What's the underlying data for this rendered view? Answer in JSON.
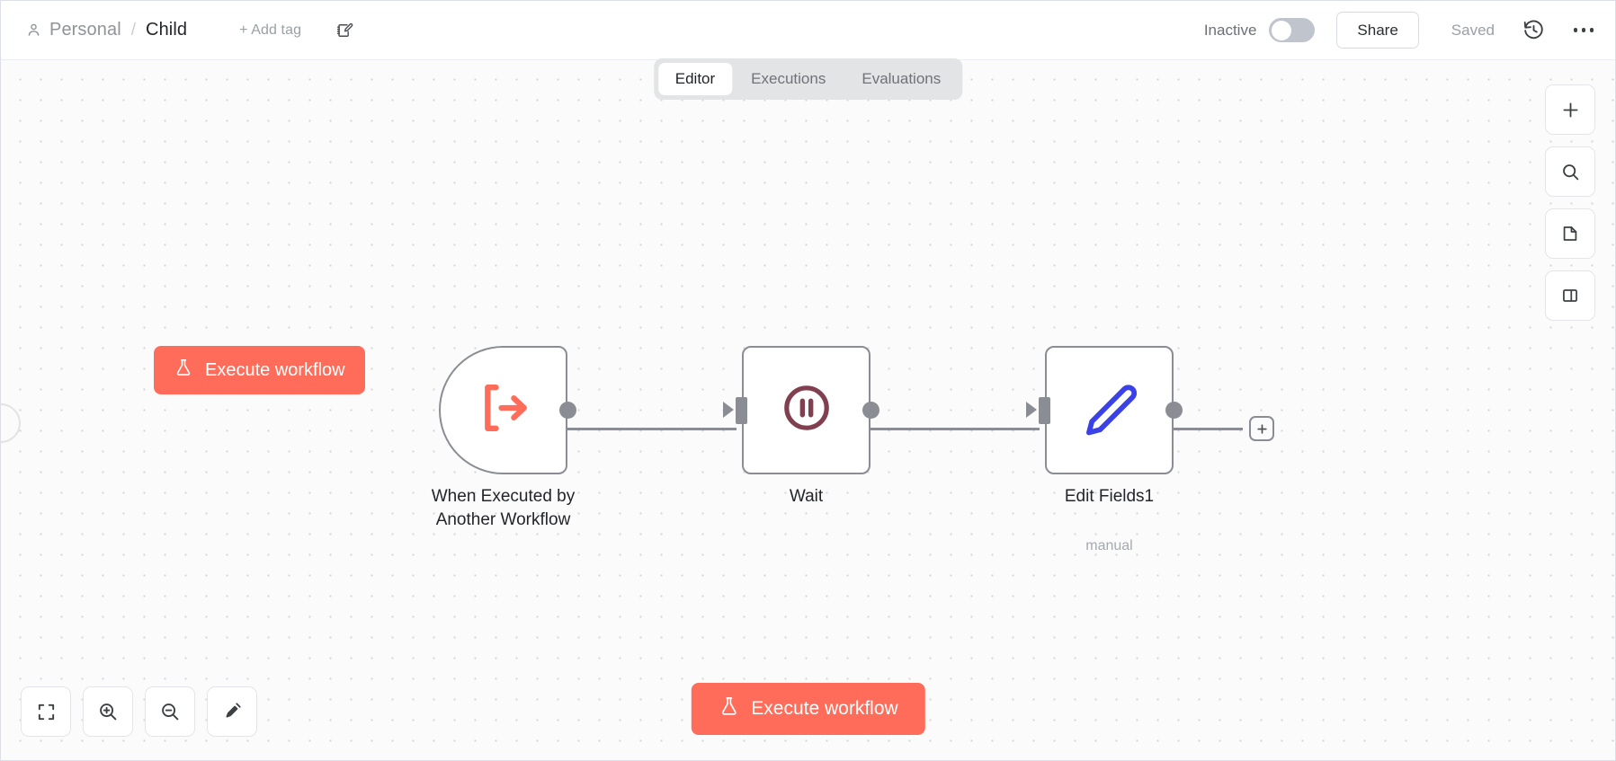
{
  "header": {
    "person_icon": "person-icon",
    "project": "Personal",
    "separator": "/",
    "workflow_name": "Child",
    "add_tag_label": "+ Add tag",
    "edit_note_icon": "edit-note-icon",
    "active_state_label": "Inactive",
    "toggle_on": false,
    "share_label": "Share",
    "save_state_label": "Saved",
    "history_icon": "history-icon",
    "overflow_icon": "ellipsis-icon"
  },
  "tabs": [
    {
      "label": "Editor",
      "active": true
    },
    {
      "label": "Executions",
      "active": false
    },
    {
      "label": "Evaluations",
      "active": false
    }
  ],
  "canvas": {
    "execute_node_button": {
      "label": "Execute workflow",
      "icon": "flask-icon",
      "color": "#ff6d5a"
    },
    "nodes": [
      {
        "name": "When Executed by\nAnother Workflow",
        "subtitle": "",
        "icon": "execute-sub-workflow-icon",
        "icon_color": "#ff6d5a",
        "shape": "trigger",
        "has_input": false,
        "has_output": true
      },
      {
        "name": "Wait",
        "subtitle": "",
        "icon": "pause-circle-icon",
        "icon_color": "#804050",
        "shape": "rect",
        "has_input": true,
        "has_output": true
      },
      {
        "name": "Edit Fields1",
        "subtitle": "manual",
        "icon": "pen-icon",
        "icon_color": "#3b41e8",
        "shape": "rect",
        "has_input": true,
        "has_output": true
      }
    ],
    "add_node_stub": {
      "icon": "plus-icon"
    }
  },
  "bottom_toolbar": [
    {
      "icon": "fit-to-view-icon",
      "name": "zoom-to-fit"
    },
    {
      "icon": "zoom-in-icon",
      "name": "zoom-in"
    },
    {
      "icon": "zoom-out-icon",
      "name": "zoom-out"
    },
    {
      "icon": "tidy-up-icon",
      "name": "tidy-up"
    }
  ],
  "right_toolbar": [
    {
      "icon": "plus-icon",
      "name": "add-node"
    },
    {
      "icon": "search-icon",
      "name": "search-nodes"
    },
    {
      "icon": "sticky-note-icon",
      "name": "add-sticky-note"
    },
    {
      "icon": "panel-toggle-icon",
      "name": "toggle-panel"
    }
  ],
  "execute_workflow_button": {
    "label": "Execute workflow",
    "icon": "flask-icon",
    "color": "#ff6d5a"
  }
}
